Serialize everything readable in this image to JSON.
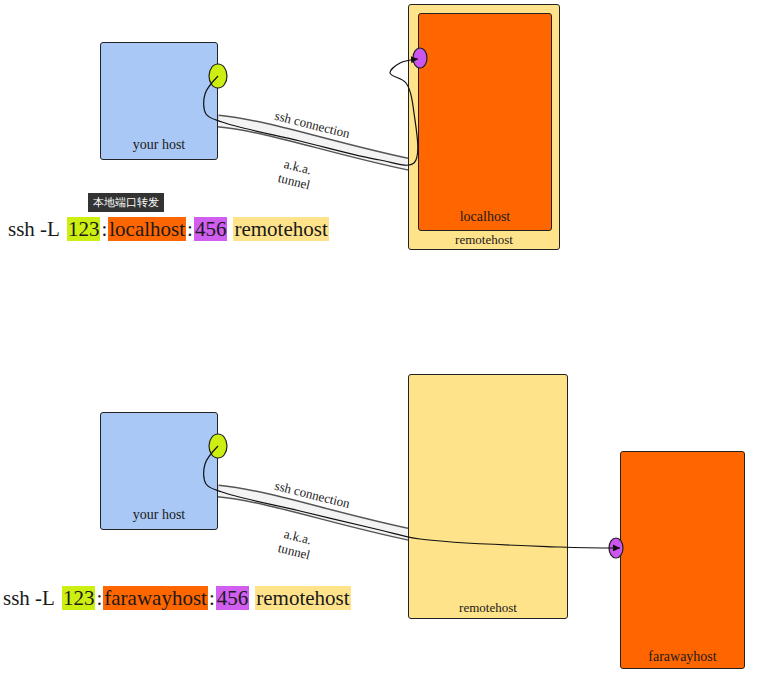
{
  "diagram": {
    "nodes": [
      {
        "text": [
          "your host"
        ]
      },
      {
        "text": [
          "remotehost"
        ]
      },
      {
        "text": [
          "localhost"
        ],
        "in": 1
      },
      {
        "text": [
          "your host"
        ]
      },
      {
        "text": [
          "remotehost"
        ]
      },
      {
        "text": [
          "farawayhost"
        ]
      }
    ],
    "edges": [
      {
        "from": 0,
        "to": 2,
        "arrow": "to",
        "label": "ssh connection"
      },
      {
        "from": 3,
        "to": 5,
        "arrow": "to",
        "label": "ssh connection"
      }
    ],
    "labels": [
      "a.k.a. tunnel",
      "本地端口转发",
      "ssh -L",
      "123",
      ":",
      "localhost",
      ":",
      "456",
      "remotehost",
      "a.k.a. tunnel",
      "ssh -L",
      "123",
      ":",
      "farawayhost",
      ":",
      "456",
      "remotehost"
    ]
  }
}
